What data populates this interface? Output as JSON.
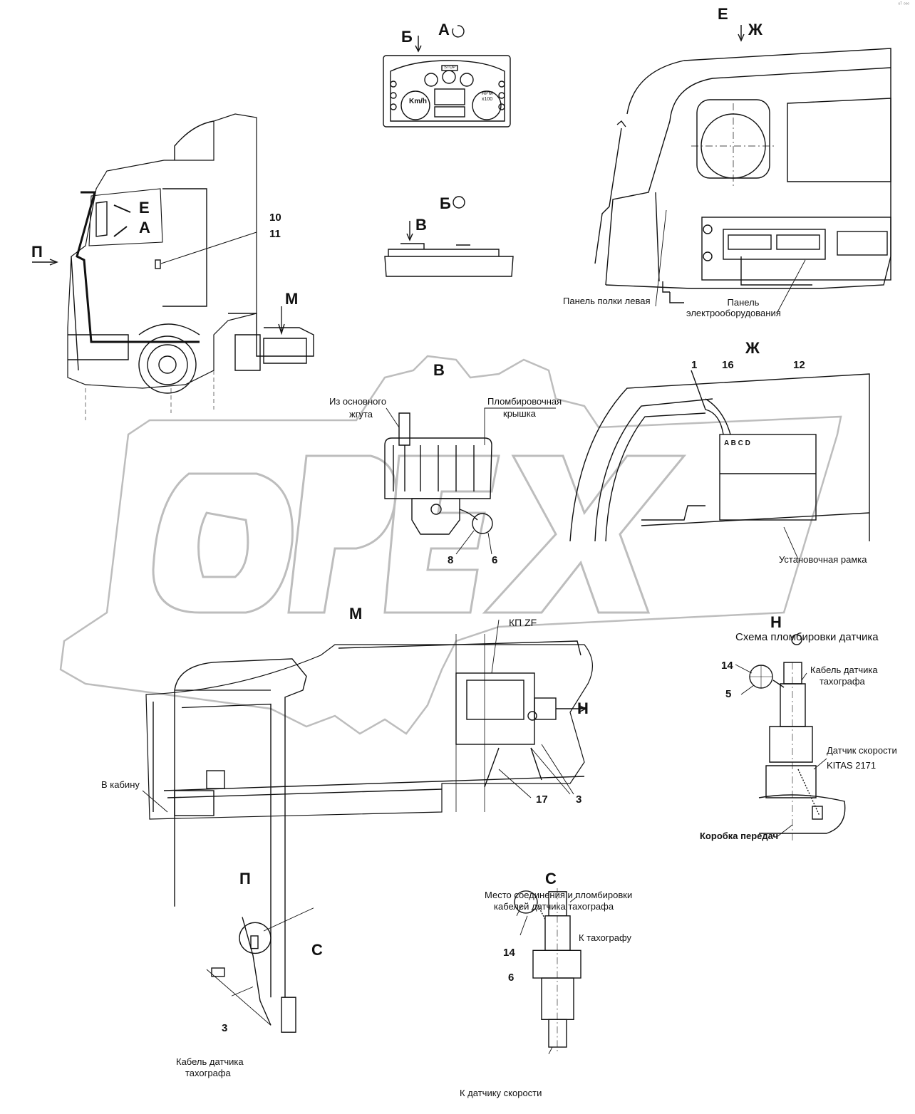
{
  "views": {
    "A": "А",
    "B": "Б",
    "V": "В",
    "E": "Е",
    "Zh": "Ж",
    "M": "М",
    "N": "Н",
    "P": "П",
    "S": "С"
  },
  "truck_side": {
    "label_E": "Е",
    "label_A": "А",
    "callout_10": "10",
    "callout_11": "11",
    "view_P": "П",
    "view_M": "М"
  },
  "view_A": {
    "title_letter": "А",
    "arrow_letter": "Б",
    "gauge_kmh": "Km/h",
    "gauge_rpm": "RPM",
    "gauge_rpm_mult": "x100",
    "stop_label": "STOP"
  },
  "view_B": {
    "title_letter": "Б",
    "arrow_letter": "В"
  },
  "view_E": {
    "title_letter": "Е",
    "arrow_letter": "Ж",
    "label_shelf_panel": "Панель полки левая",
    "label_electrical_panel_line1": "Панель",
    "label_electrical_panel_line2": "электрооборудования"
  },
  "view_V": {
    "title_letter": "В",
    "label_main_harness_line1": "Из основного",
    "label_main_harness_line2": "жгута",
    "label_seal_cover_line1": "Пломбировочная",
    "label_seal_cover_line2": "крышка",
    "callout_8": "8",
    "callout_6": "6"
  },
  "view_Zh": {
    "title_letter": "Ж",
    "callout_1": "1",
    "callout_16": "16",
    "callout_12": "12",
    "connector_letters": "A B C D",
    "label_mounting_frame": "Установочная рамка"
  },
  "view_M": {
    "title_letter": "М",
    "label_gearbox": "КП ZF",
    "label_to_cab": "В кабину",
    "arrow_letter": "Н",
    "callout_17": "17",
    "callout_3": "3"
  },
  "view_N": {
    "title_letter": "Н",
    "title": "Схема пломбировки датчика",
    "callout_14": "14",
    "callout_5": "5",
    "label_sensor_cable_line1": "Кабель датчика",
    "label_sensor_cable_line2": "тахографа",
    "label_speed_sensor_line1": "Датчик скорости",
    "label_speed_sensor_line2": "KITAS 2171",
    "label_gearbox_housing": "Коробка передач"
  },
  "view_P": {
    "title_letter": "П",
    "callout_S": "С",
    "callout_3": "3",
    "label_sensor_cable_line1": "Кабель датчика",
    "label_sensor_cable_line2": "тахографа"
  },
  "view_S": {
    "title_letter": "С",
    "title_line1": "Место соединения и пломбировки",
    "title_line2": "кабелей датчика тахографа",
    "label_to_tachograph": "К тахографу",
    "callout_14": "14",
    "callout_6": "6",
    "label_to_speed_sensor": "К датчику скорости"
  },
  "watermark": "OPEX",
  "corner_mark": "ᵉᵀ ᵒᵒᵒ",
  "colors": {
    "line": "#111111",
    "watermark_stroke": "#bdbdbd",
    "panel_fill": "#f2f2f2"
  }
}
